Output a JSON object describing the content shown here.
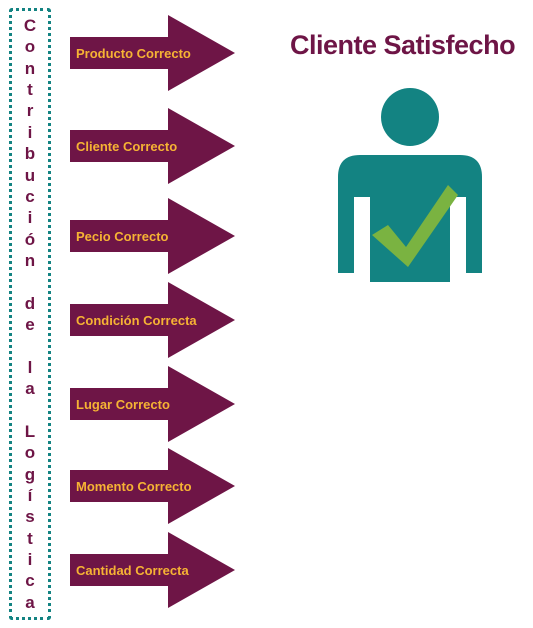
{
  "side_label": {
    "letters": [
      "C",
      "o",
      "n",
      "t",
      "r",
      "i",
      "b",
      "u",
      "c",
      "i",
      "ó",
      "n",
      " ",
      "d",
      "e",
      " ",
      "l",
      "a",
      " ",
      "L",
      "o",
      "g",
      "í",
      "s",
      "t",
      "i",
      "c",
      "a"
    ]
  },
  "arrows": [
    {
      "label": "Producto Correcto"
    },
    {
      "label": "Cliente Correcto"
    },
    {
      "label": "Pecio Correcto"
    },
    {
      "label": "Condición Correcta"
    },
    {
      "label": "Lugar Correcto"
    },
    {
      "label": "Momento Correcto"
    },
    {
      "label": "Cantidad Correcta"
    }
  ],
  "result": {
    "title": "Cliente Satisfecho",
    "icon": "satisfied-person-checkmark-icon"
  },
  "colors": {
    "maroon": "#6e1546",
    "orange": "#f6b334",
    "teal": "#138382",
    "green": "#7ab341"
  }
}
